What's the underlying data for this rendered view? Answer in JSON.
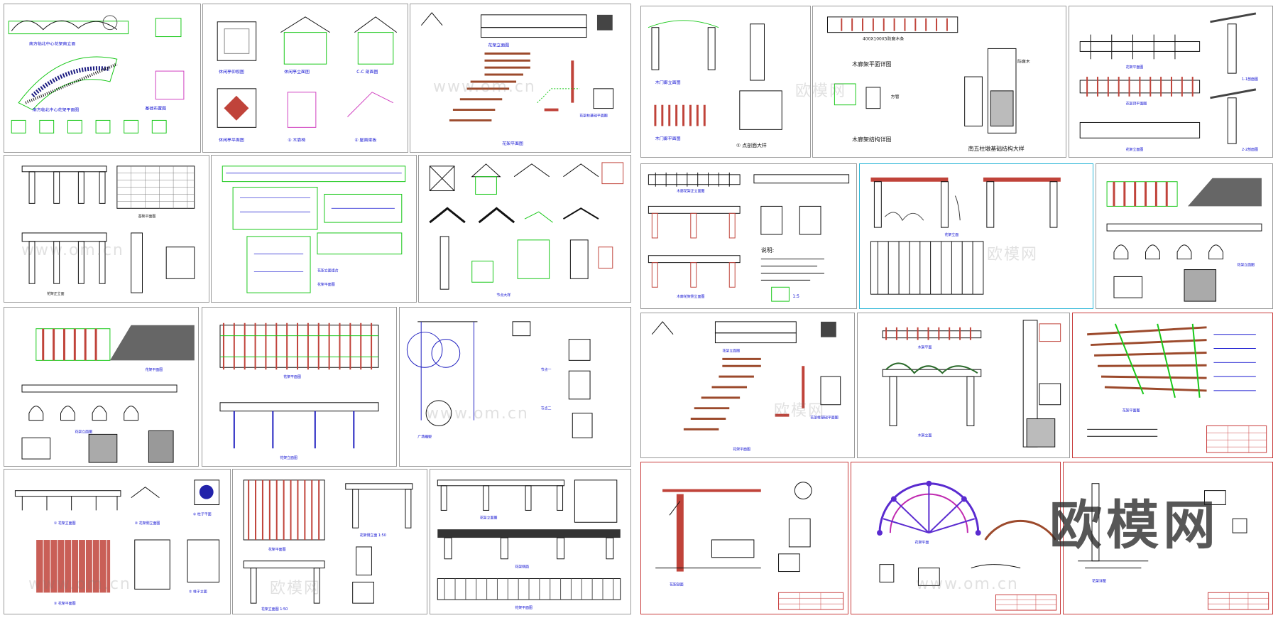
{
  "brand_logo": "欧模网",
  "watermark": "www.om.cn",
  "watermark_cn": "欧模网",
  "panels": [
    {
      "id": "p1",
      "title": "南方临北中心花架南立面",
      "sub1": "南方临北中心花架平面图",
      "sub2": "基础布置图"
    },
    {
      "id": "p2",
      "title": "休闲亭仰视图",
      "sub1": "休闲亭立面图",
      "sub2": "C-C 剖面图",
      "sub3": "休闲亭平面图",
      "sub4": "① 木靠椅",
      "sub5": "② 屋面梁板"
    },
    {
      "id": "p3",
      "title": "花架立面图",
      "sub1": "花架平面图",
      "sub2": "花架柱基础平面图"
    },
    {
      "id": "p4",
      "title": "木门廊立面图",
      "sub1": "木门廊平面图",
      "sub2": "① 点剖面大样"
    },
    {
      "id": "p5",
      "title": "木廊架平面详图",
      "sub1": "木廊架结构详图",
      "sub2": "南五柱墩基础结构大样",
      "sub3": "400X100X5防腐木条",
      "sub4": "方管",
      "sub5": "防腐木"
    },
    {
      "id": "p6",
      "title": "花架平面图",
      "sub1": "花架顶平面图",
      "sub2": "花架立面图",
      "sub3": "1-1剖面图",
      "sub4": "2-2剖面图"
    },
    {
      "id": "p7",
      "title": "花架正立面",
      "sub1": "基础平面图"
    },
    {
      "id": "p8",
      "title": "花架立面组合",
      "sub1": "花架平面图"
    },
    {
      "id": "p9",
      "title": "节点大样"
    },
    {
      "id": "p10",
      "title": "木廊花架正立面图",
      "sub1": "木廊花架侧立面图",
      "sub2": "说明:",
      "sub3": "1:5"
    },
    {
      "id": "p11",
      "title": "花架立面"
    },
    {
      "id": "p12",
      "title": "花架立面图"
    },
    {
      "id": "p13",
      "title": "花架立面图",
      "sub1": "花架平面图"
    },
    {
      "id": "p14",
      "title": "花架平面图",
      "sub1": "花架立面图"
    },
    {
      "id": "p15",
      "title": "广场雕塑",
      "sub1": "节点一",
      "sub2": "节点二"
    },
    {
      "id": "p16",
      "title": "花架立面图",
      "sub1": "花架平面图",
      "sub2": "花架柱基础平面图"
    },
    {
      "id": "p17",
      "title": "木架立面",
      "sub1": "木架平面"
    },
    {
      "id": "p18",
      "title": "花架平面图"
    },
    {
      "id": "p19",
      "title": "① 花架立面图",
      "sub1": "② 花架侧立面图",
      "sub2": "③ 花架平面图",
      "sub3": "④ 柱子平面",
      "sub4": "⑤ 柱子立面"
    },
    {
      "id": "p20",
      "title": "花架立面图 1:50",
      "sub1": "花架平面图",
      "sub2": "花架侧立面 1:50"
    },
    {
      "id": "p21",
      "title": "花架立面图",
      "sub1": "花架平面图",
      "sub2": "花架侧面"
    },
    {
      "id": "p22",
      "title": "花架剖面"
    },
    {
      "id": "p23",
      "title": "花架平面"
    },
    {
      "id": "p24",
      "title": "花架详图"
    }
  ],
  "colors": {
    "line_blue": "#0a0ad0",
    "line_green": "#18c818",
    "wood_red": "#c0433a",
    "wood_brown": "#9c4a2c",
    "dark": "#3b3b3b",
    "magenta": "#c02ab0",
    "purple": "#5a2bd0",
    "cyan": "#00b4d8"
  }
}
